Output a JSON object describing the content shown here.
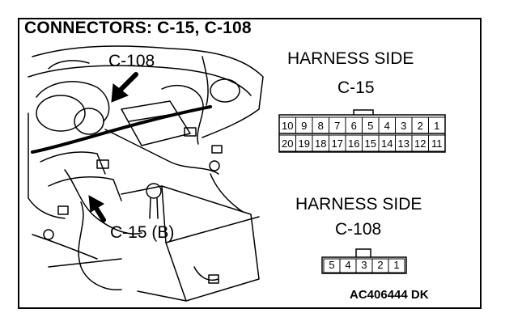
{
  "title": "CONNECTORS: C-15, C-108",
  "figure_id": "AC406444 DK",
  "callouts": {
    "c108": "C-108",
    "c15": "C-15 (B)"
  },
  "connector_c15": {
    "side_label": "HARNESS SIDE",
    "name": "C-15",
    "top_row": [
      "10",
      "9",
      "8",
      "7",
      "6",
      "5",
      "4",
      "3",
      "2",
      "1"
    ],
    "bottom_row": [
      "20",
      "19",
      "18",
      "17",
      "16",
      "15",
      "14",
      "13",
      "12",
      "11"
    ]
  },
  "connector_c108": {
    "side_label": "HARNESS SIDE",
    "name": "C-108",
    "pins": [
      "5",
      "4",
      "3",
      "2",
      "1"
    ]
  }
}
